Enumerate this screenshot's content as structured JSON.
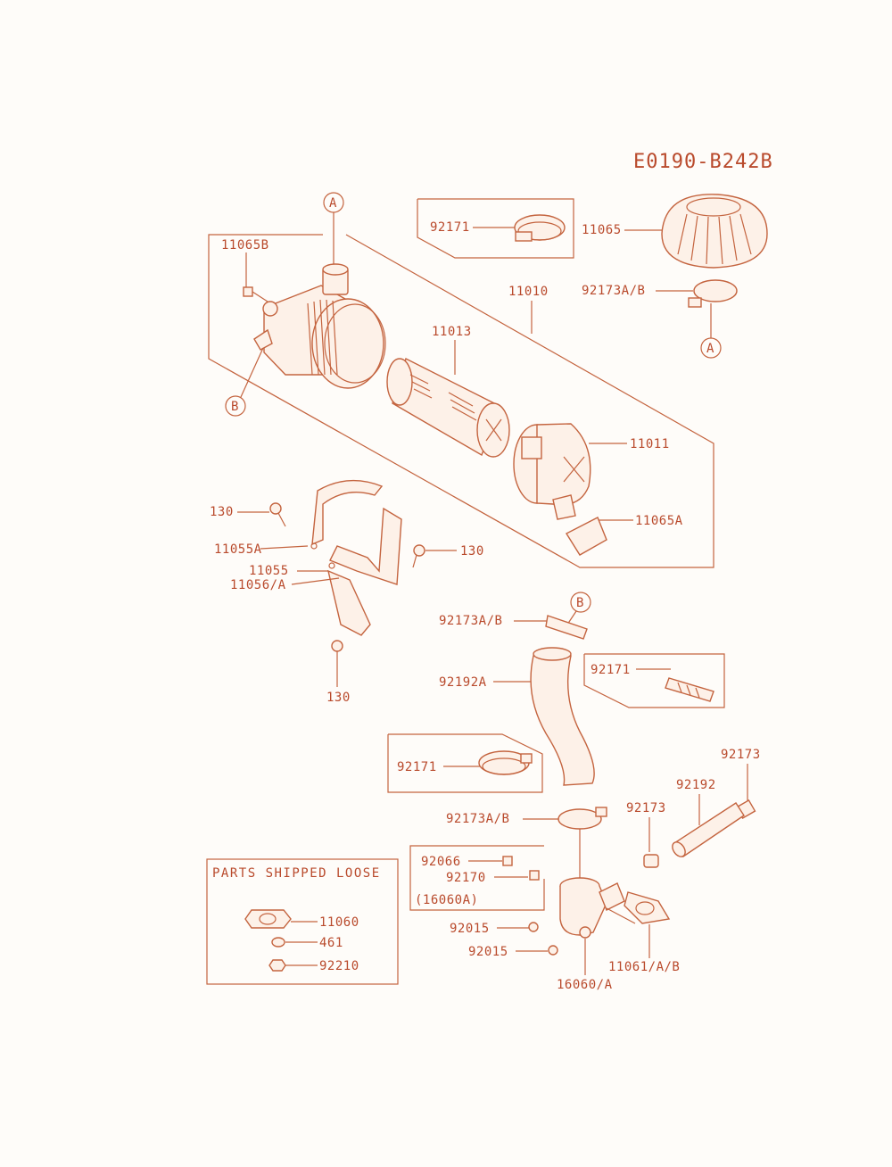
{
  "diagram_code": "E0190-B242B",
  "callouts": {
    "a": "A",
    "b": "B"
  },
  "labels": {
    "p11065B": "11065B",
    "p92171_top": "92171",
    "p11065": "11065",
    "p92173AB_top": "92173A/B",
    "p11010": "11010",
    "p11013": "11013",
    "p11011": "11011",
    "p11065A": "11065A",
    "p130_a": "130",
    "p11055A": "11055A",
    "p130_b": "130",
    "p11055": "11055",
    "p11056A": "11056/A",
    "p130_c": "130",
    "p92173AB_mid": "92173A/B",
    "p92192A": "92192A",
    "p92171_mid": "92171",
    "p92171_low": "92171",
    "p92173_right": "92173",
    "p92192": "92192",
    "p92173AB_low": "92173A/B",
    "p92173_mid": "92173",
    "p92066": "92066",
    "p92170": "92170",
    "p16060A_paren": "(16060A)",
    "p92015_a": "92015",
    "p92015_b": "92015",
    "p11061AB": "11061/A/B",
    "p16060A": "16060/A",
    "p11060": "11060",
    "p461": "461",
    "p92210": "92210"
  },
  "parts_shipped_loose": {
    "title": "PARTS SHIPPED LOOSE"
  },
  "icons": [
    "air-cleaner-body",
    "filter-element",
    "dust-cup",
    "pre-cleaner-cap",
    "hose-clamp",
    "bracket",
    "bolt",
    "inlet-hose",
    "intake-elbow",
    "gasket",
    "nut"
  ],
  "colors": {
    "line": "#c4643f",
    "text": "#b94a2c",
    "background": "#fefcf9"
  }
}
